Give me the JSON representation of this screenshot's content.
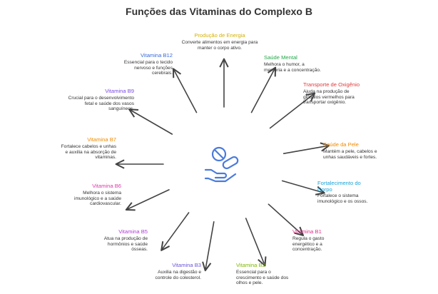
{
  "title": "Funções das Vitaminas do Complexo B",
  "colors": {
    "line": "#444444",
    "icon": "#4a7bdc"
  },
  "nodes": {
    "producao": {
      "label": "Produção de Energia",
      "desc": "Converte alimentos em energia para manter o corpo ativo.",
      "color": "#d4b200"
    },
    "saude_mental": {
      "label": "Saúde Mental",
      "desc": "Melhora o humor, a memória e a concentração.",
      "color": "#22a84a"
    },
    "transporte": {
      "label": "Transporte de Oxigênio",
      "desc": "Ajuda na produção de glóbulos vermelhos para transportar oxigênio.",
      "color": "#e03c3c"
    },
    "saude_pele": {
      "label": "Saúde da Pele",
      "desc": "Mantém a pele, cabelos e unhas saudáveis e fortes.",
      "color": "#f08a00"
    },
    "fortalecimento": {
      "label": "Fortalecimento do Corpo",
      "desc": "Fortalece o sistema imunológico e os ossos.",
      "color": "#1aa3d8"
    },
    "b1": {
      "label": "Vitamina B1",
      "desc": "Regula o gasto energético e a concentração.",
      "color": "#e0308a"
    },
    "b2": {
      "label": "Vitamina B2",
      "desc": "Essencial para o crescimento e saúde dos olhos e pele.",
      "color": "#7cb800"
    },
    "b3": {
      "label": "Vitamina B3",
      "desc": "Auxilia na digestão e controle do colesterol.",
      "color": "#6a55d8"
    },
    "b5": {
      "label": "Vitamina B5",
      "desc": "Atua na produção de hormônios e saúde ósseas.",
      "color": "#b03cd8"
    },
    "b6": {
      "label": "Vitamina B6",
      "desc": "Melhora o sistema imunológico e a saúde cardiovascular.",
      "color": "#d83ca8"
    },
    "b7": {
      "label": "Vitamina B7",
      "desc": "Fortalece cabelos e unhas e auxilia na absorção de vitaminas.",
      "color": "#f08a00"
    },
    "b9": {
      "label": "Vitamina B9",
      "desc": "Crucial para o desenvolvimento fetal e saúde dos vasos sanguíneos.",
      "color": "#7a4ae0"
    },
    "b12": {
      "label": "Vitamina B12",
      "desc": "Essencial para o tecido nervoso e funções cerebrais.",
      "color": "#3a6ad8"
    }
  }
}
